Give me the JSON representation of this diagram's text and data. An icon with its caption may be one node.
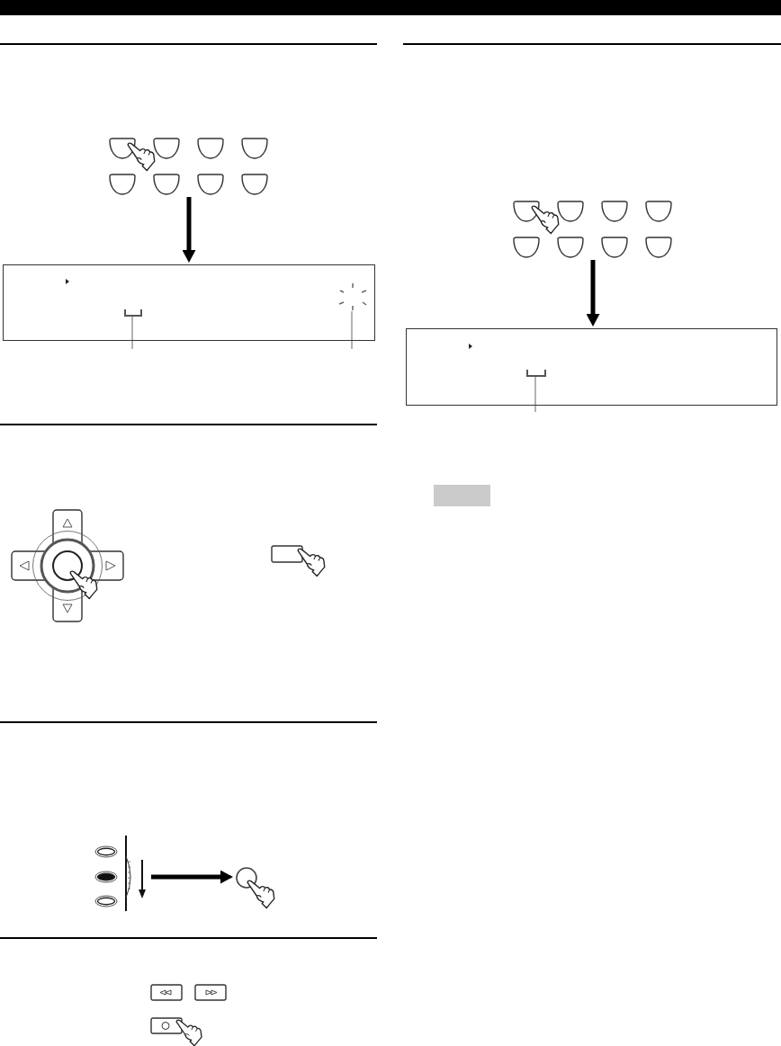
{
  "diagram": {
    "nodes": [
      {
        "text": [],
        "shape": "picture"
      },
      {
        "text": [],
        "shape": "box"
      },
      {
        "text": [],
        "shape": "bracket",
        "in": 1
      },
      {
        "text": [],
        "shape": "picture",
        "in": 1
      },
      {
        "text": [],
        "shape": "picture"
      },
      {
        "text": [],
        "shape": "picture"
      },
      {
        "text": [],
        "shape": "picture"
      },
      {
        "text": [],
        "shape": "picture"
      },
      {
        "text": [],
        "shape": "picture"
      },
      {
        "text": [],
        "shape": "picture"
      },
      {
        "text": [],
        "shape": "picture"
      },
      {
        "text": [],
        "shape": "box"
      },
      {
        "text": [],
        "shape": "bracket",
        "in": 11
      },
      {
        "text": [],
        "shape": "box"
      }
    ],
    "edges": [
      {
        "from": 0,
        "to": 1,
        "arrow": "to",
        "style": "thick"
      },
      {
        "from": null,
        "to": 2,
        "arrow": "none",
        "color": "#808080"
      },
      {
        "from": null,
        "to": 3,
        "arrow": "none",
        "color": "#808080"
      },
      {
        "from": 6,
        "to": 7,
        "arrow": "to",
        "style": "thick"
      },
      {
        "from": 10,
        "to": 11,
        "arrow": "to",
        "style": "thick"
      },
      {
        "from": null,
        "to": 12,
        "arrow": "none",
        "color": "#808080"
      }
    ]
  }
}
